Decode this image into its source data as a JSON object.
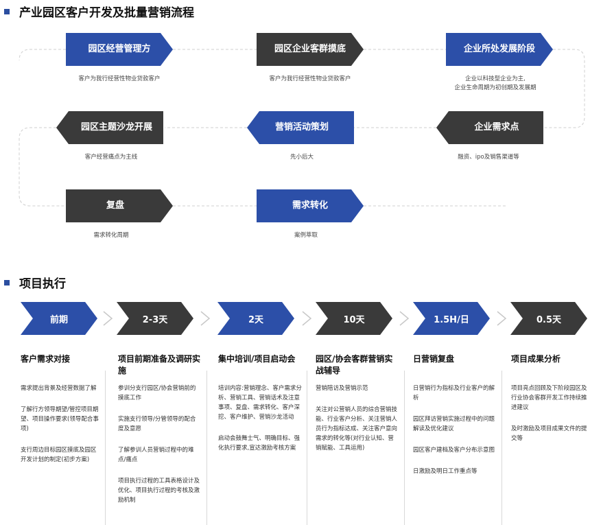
{
  "section1_title": "产业园区客户开发及批量营销流程",
  "flow_steps": [
    {
      "label": "园区经营管理方",
      "desc": "客户为我行经营性物业贷款客户",
      "color": "#2c4fa8",
      "dir": "right"
    },
    {
      "label": "园区企业客群摸底",
      "desc": "客户为我行经营性物业贷款客户",
      "color": "#3a3a3a",
      "dir": "right"
    },
    {
      "label": "企业所处发展阶段",
      "desc": "企业以科技型企业为主,\n企业生命周期为初创期及发展期",
      "color": "#2c4fa8",
      "dir": "right"
    },
    {
      "label": "企业需求点",
      "desc": "融资、ipo及销售渠道等",
      "color": "#3a3a3a",
      "dir": "left"
    },
    {
      "label": "营销活动策划",
      "desc": "先小后大",
      "color": "#2c4fa8",
      "dir": "left"
    },
    {
      "label": "园区主题沙龙开展",
      "desc": "客户经营痛点为主线",
      "color": "#3a3a3a",
      "dir": "left"
    },
    {
      "label": "复盘",
      "desc": "需求转化周期",
      "color": "#3a3a3a",
      "dir": "right"
    },
    {
      "label": "需求转化",
      "desc": "案例萃取",
      "color": "#2c4fa8",
      "dir": "right"
    }
  ],
  "section2_title": "项目执行",
  "timeline": [
    {
      "label": "前期",
      "color": "#2c4fa8"
    },
    {
      "label": "2-3天",
      "color": "#3a3a3a"
    },
    {
      "label": "2天",
      "color": "#2c4fa8"
    },
    {
      "label": "10天",
      "color": "#3a3a3a"
    },
    {
      "label": "1.5H/日",
      "color": "#2c4fa8"
    },
    {
      "label": "0.5天",
      "color": "#3a3a3a"
    }
  ],
  "columns": [
    {
      "title": "客户需求对接",
      "items": [
        "需求提出背景及经营数据了解",
        "了解行方领导期望/管控项目期望、项目操作要求(领导配合事项)",
        "支行周边目标园区摸底及园区开发计划的制定(初步方案)"
      ]
    },
    {
      "title": "项目前期准备及调研实施",
      "items": [
        "参训分支行园区/协会营销前的摸底工作",
        "实施支行领导/分管领导的配合度及意愿",
        "了解参训人员营销过程中的难点/痛点",
        "项目执行过程的工具表格设计及优化、项目执行过程的考核及激励机制"
      ]
    },
    {
      "title": "集中培训/项目启动会",
      "items": [
        "培训内容:营销理念、客户需求分析、营销工具、营销话术及注意事项、复盘、需求转化、客户深挖、客户维护、营销沙龙活动",
        "启动会鼓舞士气、明确目标、强化执行要求,宣达激励考核方案"
      ]
    },
    {
      "title": "园区/协会客群营销实战辅导",
      "items": [
        "营销陪访及营销示范",
        "关注对公营销人员的综合营销技能、行业客户分析、关注营销人员行为指标达成、关注客户意向需求的转化等(对行业认知、营销赋能、工具运用)"
      ]
    },
    {
      "title": "日营销复盘",
      "items": [
        "日营销行为指标及行业客户的解析",
        "园区拜访营销实施过程中的问题解读及优化建议",
        "园区客户建档及客户分布示意图",
        "日激励及明日工作重点等"
      ]
    },
    {
      "title": "项目成果分析",
      "items": [
        "项目亮点回顾及下阶段园区及行业协会客群开发工作持续推进建议",
        "及时激励及项目成果文件的提交等"
      ]
    }
  ]
}
